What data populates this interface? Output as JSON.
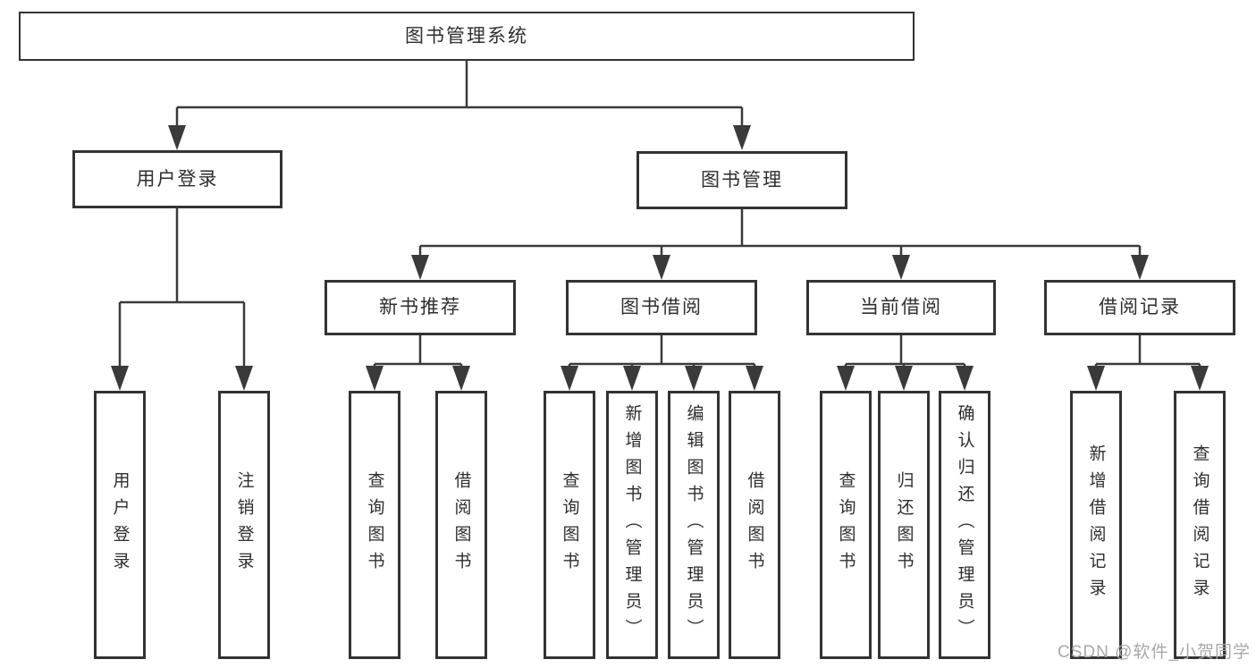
{
  "diagram": {
    "title": "图书管理系统",
    "level2": {
      "user_login": "用户登录",
      "book_management": "图书管理"
    },
    "level3": {
      "new_book_recommend": "新书推荐",
      "book_borrow": "图书借阅",
      "current_borrow": "当前借阅",
      "borrow_record": "借阅记录"
    },
    "leaves": {
      "user_login": "用户登录",
      "logout": "注销登录",
      "recommend_query_books": "查询图书",
      "recommend_borrow_books": "借阅图书",
      "borrow_query_books": "查询图书",
      "borrow_add_books_admin": "新增图书（管理员）",
      "borrow_edit_books_admin": "编辑图书（管理员）",
      "borrow_borrow_books": "借阅图书",
      "current_query_books": "查询图书",
      "current_return_books": "归还图书",
      "current_confirm_return_admin": "确认归还（管理员）",
      "record_add_record": "新增借阅记录",
      "record_query_record": "查询借阅记录"
    }
  },
  "watermark": {
    "text": "CSDN @软件_小贺同学"
  },
  "colors": {
    "background": "#ffffff",
    "line": "#3a3a3a",
    "box_border": "#333333",
    "text": "#2e2e2e",
    "watermark": "#a8a8a8"
  }
}
